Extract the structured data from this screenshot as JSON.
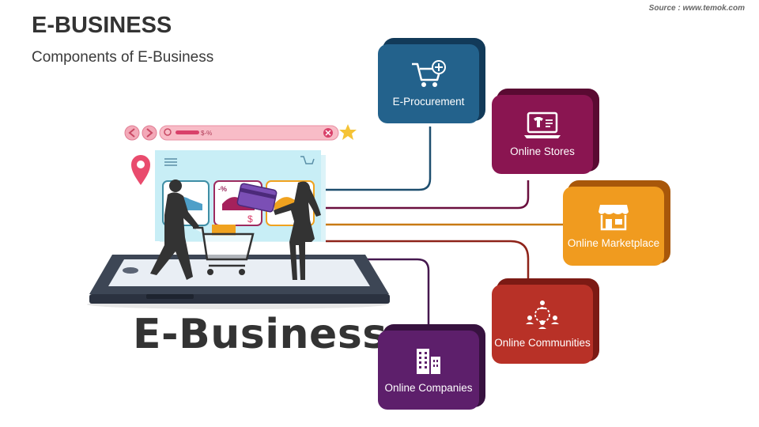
{
  "header": {
    "title": "E-BUSINESS",
    "subtitle": "Components of E-Business",
    "source": "Source : www.temok.com"
  },
  "illustration": {
    "center_label": "E-Business",
    "search_text": "$-%",
    "tag_percent": "-%",
    "tag_dollar": "$"
  },
  "components": [
    {
      "label": "E-Procurement",
      "icon": "cart-plus-icon",
      "back_color": "#123a59",
      "front_color": "#23628c"
    },
    {
      "label": "Online Stores",
      "icon": "laptop-shirt-icon",
      "back_color": "#5a0a32",
      "front_color": "#8a1551"
    },
    {
      "label": "Online Marketplace",
      "icon": "storefront-icon",
      "back_color": "#a8570a",
      "front_color": "#f09b1f"
    },
    {
      "label": "Online Communities",
      "icon": "network-people-icon",
      "back_color": "#7c1a14",
      "front_color": "#b83127"
    },
    {
      "label": "Online Companies",
      "icon": "buildings-icon",
      "back_color": "#37123f",
      "front_color": "#5d1f6b"
    }
  ]
}
